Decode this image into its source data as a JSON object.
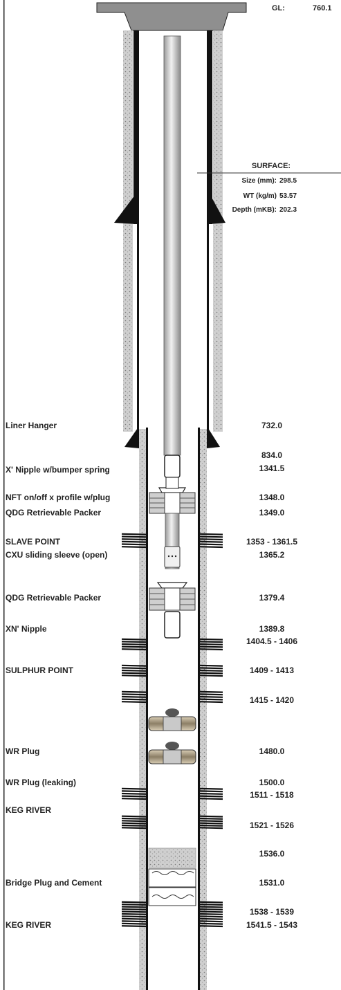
{
  "header": {
    "gl_label": "GL:",
    "gl_value": "760.1"
  },
  "surface": {
    "title": "SURFACE:",
    "rows": [
      {
        "label": "Size (mm):",
        "value": "298.5"
      },
      {
        "label": "WT (kg/m)",
        "value": "53.57"
      },
      {
        "label": "Depth (mKB):",
        "value": "202.3"
      }
    ]
  },
  "components": [
    {
      "label": "Liner Hanger",
      "depth": "732.0"
    },
    {
      "label": "",
      "depth": "834.0"
    },
    {
      "label": "X' Nipple w/bumper spring",
      "depth": "1341.5"
    },
    {
      "label": "NFT on/off x profile w/plug",
      "depth": "1348.0"
    },
    {
      "label": "QDG Retrievable Packer",
      "depth": "1349.0"
    },
    {
      "label": "SLAVE POINT",
      "depth": "1353 - 1361.5"
    },
    {
      "label": "CXU sliding sleeve (open)",
      "depth": "1365.2"
    },
    {
      "label": "QDG Retrievable Packer",
      "depth": "1379.4"
    },
    {
      "label": "XN' Nipple",
      "depth": "1389.8"
    },
    {
      "label": "",
      "depth": "1404.5 - 1406"
    },
    {
      "label": "SULPHUR POINT",
      "depth": "1409 - 1413"
    },
    {
      "label": "",
      "depth": "1415 - 1420"
    },
    {
      "label": "WR Plug",
      "depth": "1480.0"
    },
    {
      "label": "WR Plug (leaking)",
      "depth": "1500.0"
    },
    {
      "label": "",
      "depth": "1511 - 1518"
    },
    {
      "label": "KEG RIVER",
      "depth": ""
    },
    {
      "label": "",
      "depth": "1521 - 1526"
    },
    {
      "label": "",
      "depth": "1536.0"
    },
    {
      "label": "Bridge Plug and Cement",
      "depth": "1531.0"
    },
    {
      "label": "",
      "depth": "1538 - 1539"
    },
    {
      "label": "KEG RIVER",
      "depth": "1541.5 - 1543"
    }
  ],
  "colors": {
    "casing": "#111111",
    "cement": "#c9c9c9",
    "tubing": "#d6d6d6",
    "packer": "#bdbdbd",
    "plug": "#c2b8a3",
    "perf": "#111111"
  }
}
